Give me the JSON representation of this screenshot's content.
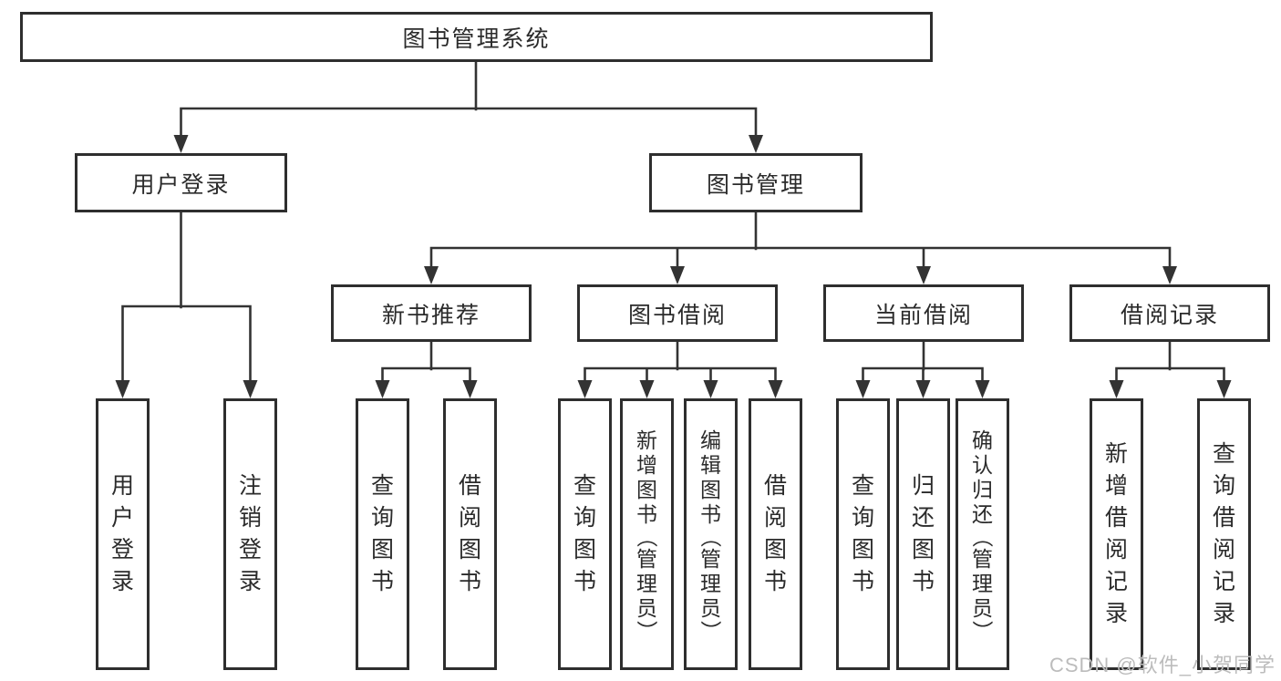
{
  "title": "图书管理系统",
  "watermark": "CSDN @软件_小贺同学",
  "colors": {
    "line": "#333333",
    "box_border": "#2e2e2e",
    "box_background": "#ffffff",
    "text": "#2b2b2b",
    "watermark": "#bcbcbc"
  },
  "nodes": {
    "root": "图书管理系统",
    "user-login": "用户登录",
    "book-management": "图书管理",
    "new-book-recommend": "新书推荐",
    "book-borrow": "图书借阅",
    "current-borrow": "当前借阅",
    "borrow-records": "借阅记录",
    "leaf-user-login": "用户登录",
    "leaf-logout": "注销登录",
    "leaf-query-book-1": "查询图书",
    "leaf-borrow-book-1": "借阅图书",
    "leaf-query-book-2": "查询图书",
    "leaf-add-book": "新增图书（管理员）",
    "leaf-edit-book": "编辑图书（管理员）",
    "leaf-borrow-book-2": "借阅图书",
    "leaf-query-book-3": "查询图书",
    "leaf-return-book": "归还图书",
    "leaf-confirm-return": "确认归还（管理员）",
    "leaf-add-record": "新增借阅记录",
    "leaf-query-record": "查询借阅记录"
  },
  "hierarchy": {
    "root": [
      "user-login",
      "book-management"
    ],
    "user-login": [
      "leaf-user-login",
      "leaf-logout"
    ],
    "book-management": [
      "new-book-recommend",
      "book-borrow",
      "current-borrow",
      "borrow-records"
    ],
    "new-book-recommend": [
      "leaf-query-book-1",
      "leaf-borrow-book-1"
    ],
    "book-borrow": [
      "leaf-query-book-2",
      "leaf-add-book",
      "leaf-edit-book",
      "leaf-borrow-book-2"
    ],
    "current-borrow": [
      "leaf-query-book-3",
      "leaf-return-book",
      "leaf-confirm-return"
    ],
    "borrow-records": [
      "leaf-add-record",
      "leaf-query-record"
    ]
  }
}
